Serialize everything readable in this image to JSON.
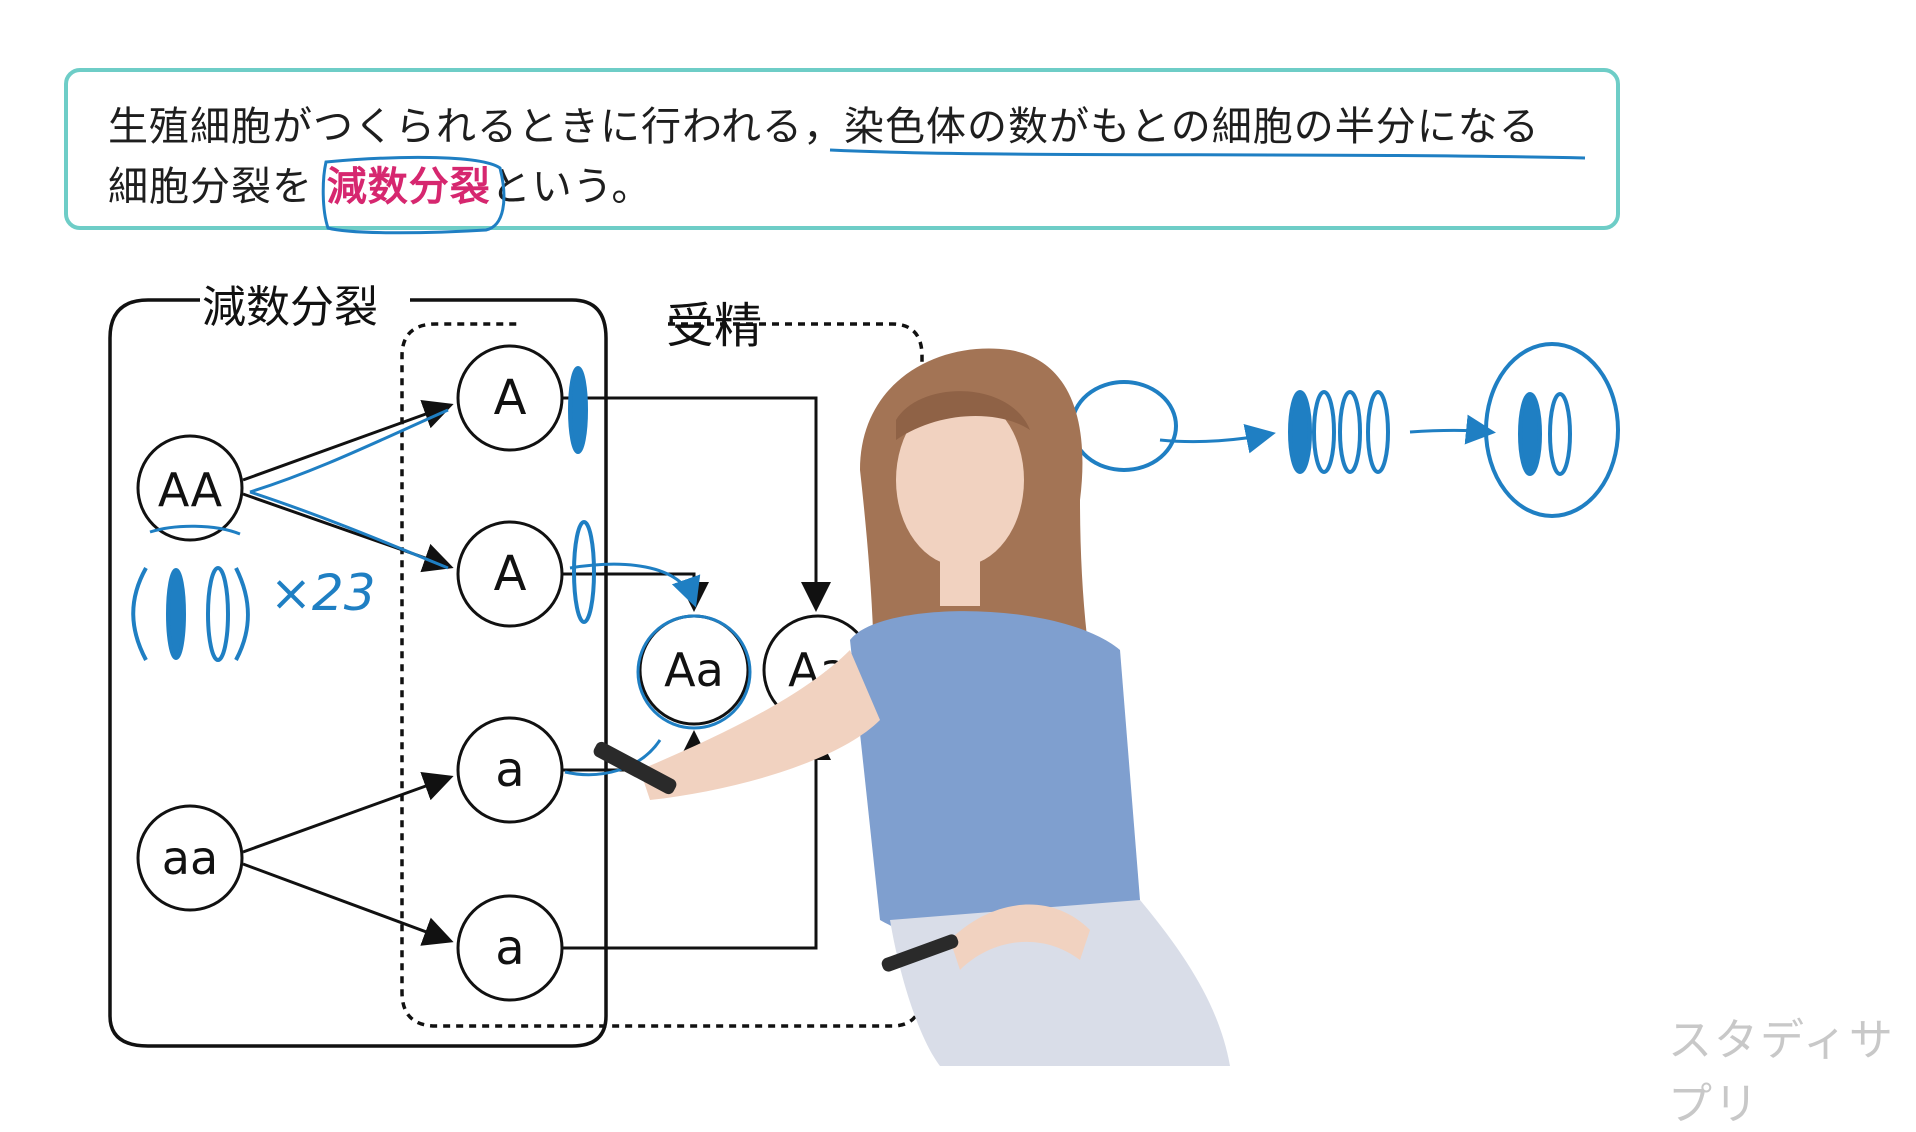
{
  "definition": {
    "line1_pre": "生殖細胞がつくられるときに行われる，",
    "line1_emph": "染色体の数がもとの細胞の半分になる",
    "line2_pre": "細胞分裂を ",
    "keyword": "減数分裂",
    "line2_post": "という。"
  },
  "diagram": {
    "meiosis_label": "減数分裂",
    "fertilization_label": "受精",
    "parent_cells": [
      "AA",
      "aa"
    ],
    "gametes": [
      "A",
      "A",
      "a",
      "a"
    ],
    "offspring": [
      "Aa",
      "Aa"
    ]
  },
  "handwriting": {
    "multiplier": "×23"
  },
  "brand": "スタディサプリ",
  "colors": {
    "box_border": "#6ecdc7",
    "keyword": "#d6276f",
    "ink_blue": "#1f7fc3"
  }
}
